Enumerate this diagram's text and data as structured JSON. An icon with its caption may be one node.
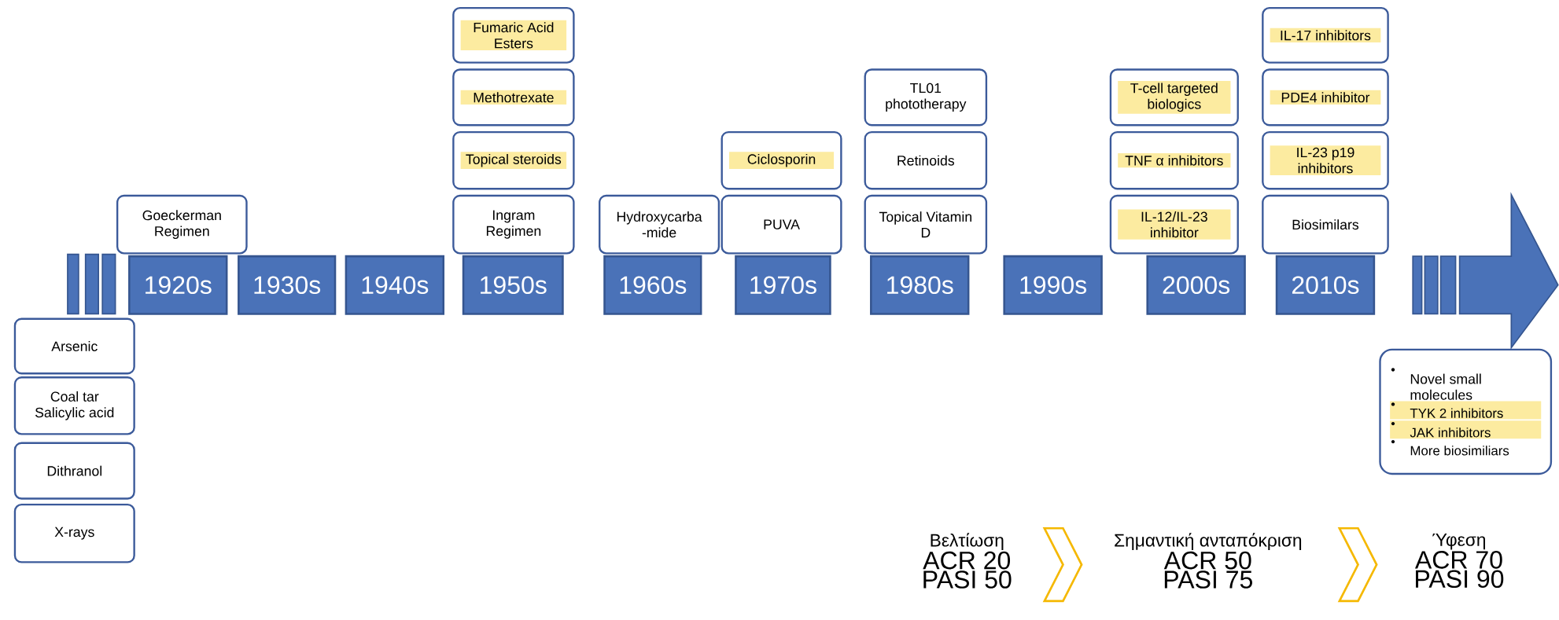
{
  "diagram": {
    "nodes": [
      {
        "text": [
          "Goeckerman Regimen"
        ]
      },
      {
        "text": [
          "Fumaric Acid Esters"
        ]
      },
      {
        "text": [
          "Methotrexate"
        ]
      },
      {
        "text": [
          "Topical steroids"
        ]
      },
      {
        "text": [
          "Ingram Regimen"
        ]
      },
      {
        "text": [
          "Hydroxycarba -mide"
        ]
      },
      {
        "text": [
          "Ciclosporin"
        ]
      },
      {
        "text": [
          "PUVA"
        ]
      },
      {
        "text": [
          "TL01 phototherapy"
        ]
      },
      {
        "text": [
          "Retinoids"
        ]
      },
      {
        "text": [
          "Topical Vitamin D"
        ]
      },
      {
        "text": [
          "T-cell targeted biologics"
        ]
      },
      {
        "text": [
          "TNF α inhibitors"
        ]
      },
      {
        "text": [
          "IL-12/IL-23 inhibitor"
        ]
      },
      {
        "text": [
          "IL-17 inhibitors"
        ]
      },
      {
        "text": [
          "PDE4 inhibitor"
        ]
      },
      {
        "text": [
          "IL-23 p19 inhibitors"
        ]
      },
      {
        "text": [
          "Biosimilars"
        ]
      },
      {
        "text": [
          "1920s"
        ]
      },
      {
        "text": [
          "1930s"
        ]
      },
      {
        "text": [
          "1940s"
        ]
      },
      {
        "text": [
          "1950s"
        ]
      },
      {
        "text": [
          "1960s"
        ]
      },
      {
        "text": [
          "1970s"
        ]
      },
      {
        "text": [
          "1980s"
        ]
      },
      {
        "text": [
          "1990s"
        ]
      },
      {
        "text": [
          "2000s"
        ]
      },
      {
        "text": [
          "2010s"
        ]
      },
      {
        "text": [
          "Arsenic"
        ]
      },
      {
        "text": [
          "Coal tar Salicylic acid"
        ]
      },
      {
        "text": [
          "Dithranol"
        ]
      },
      {
        "text": [
          "X-rays"
        ]
      },
      {
        "text": [
          "Novel small molecules",
          "TYK 2 inhibitors",
          "JAK inhibitors",
          "More biosimiliars"
        ]
      },
      {
        "text": [
          "Βελτίωση",
          "ACR 20",
          "PASI 50"
        ]
      },
      {
        "text": [
          "Σημαντική ανταπόκριση",
          "ACR 50",
          "PASI 75"
        ]
      },
      {
        "text": [
          "Ύφεση",
          "ACR 70",
          "PASI 90"
        ]
      }
    ],
    "edges": [
      {
        "from": 33,
        "to": 34,
        "arrow": "to"
      },
      {
        "from": 34,
        "to": 35,
        "arrow": "to"
      }
    ]
  }
}
